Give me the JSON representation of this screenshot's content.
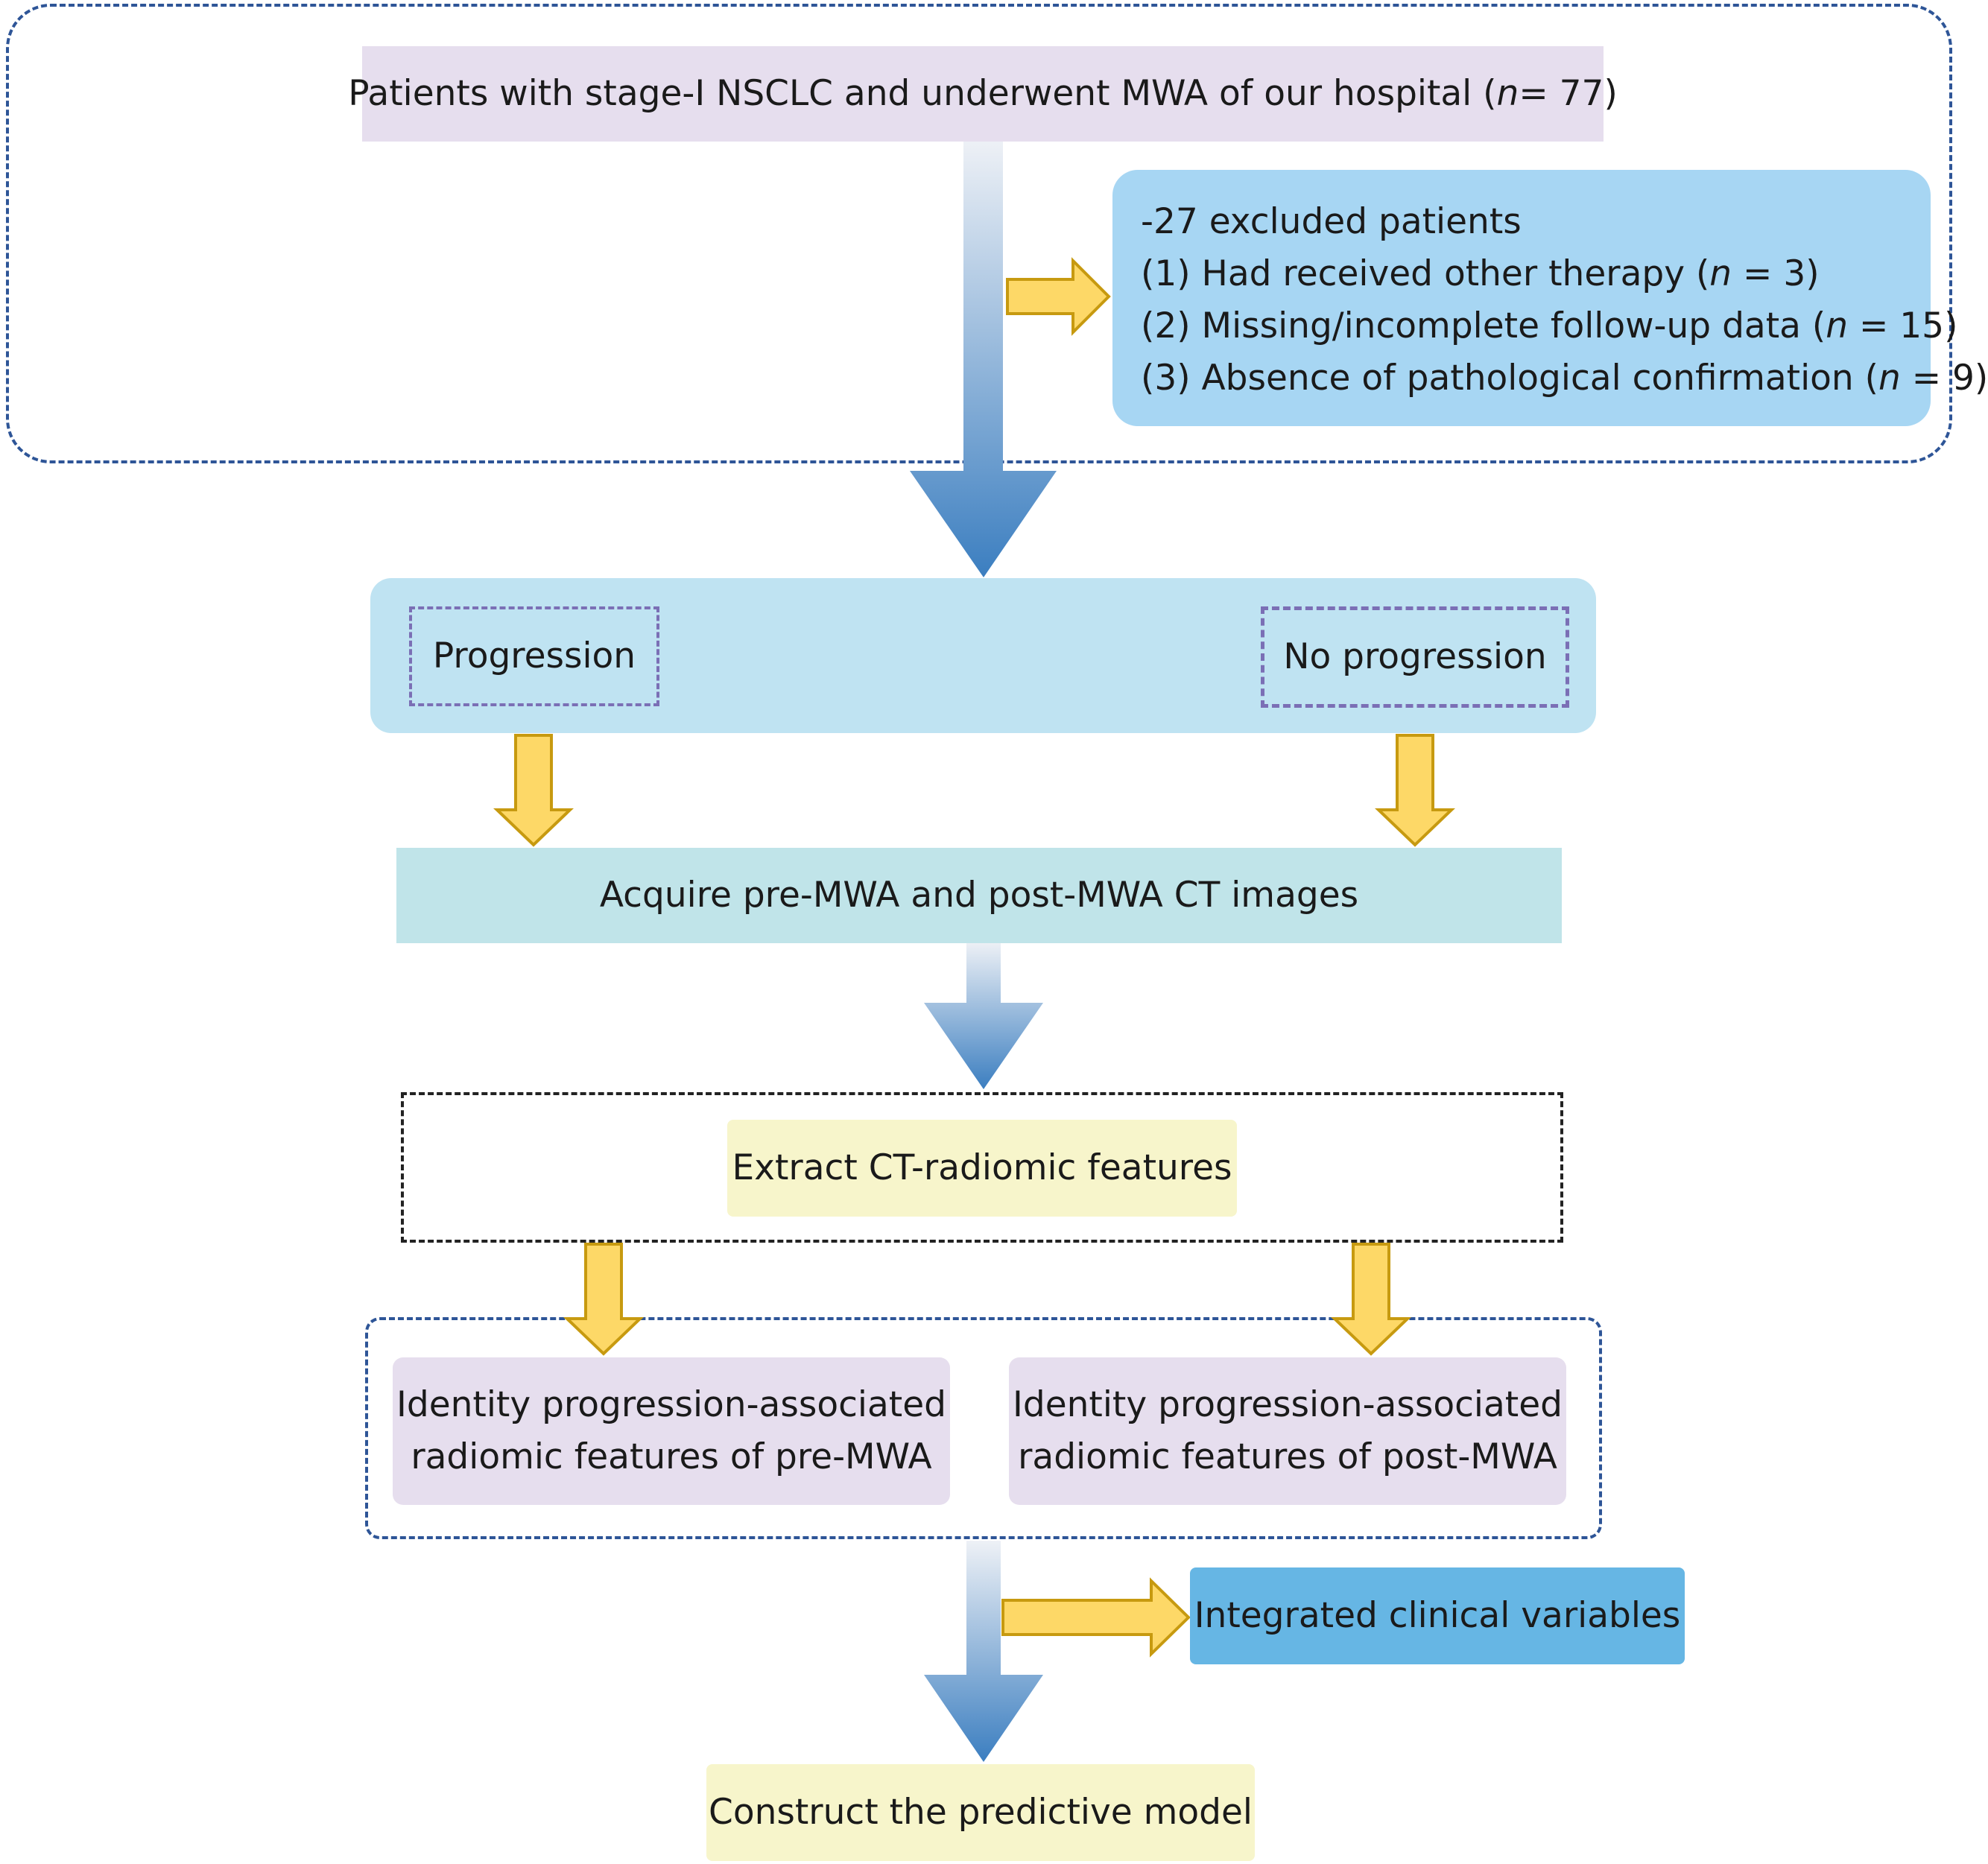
{
  "top_box": {
    "text": "Patients with stage-I NSCLC and underwent MWA of our hospital (",
    "n_symbol": "n",
    "n_suffix": " = 77)"
  },
  "exclusion": {
    "header": "-27 excluded patients",
    "items": [
      {
        "prefix": "(1) Had received other therapy (",
        "n": "n",
        "suffix": " = 3)"
      },
      {
        "prefix": "(2) Missing/incomplete follow-up data (",
        "n": "n",
        "suffix": " = 15)"
      },
      {
        "prefix": "(3) Absence of pathological confirmation (",
        "n": "n",
        "suffix": " = 9)"
      }
    ]
  },
  "groups": {
    "left": "Progression",
    "right": "No progression"
  },
  "acquire": "Acquire pre-MWA and post-MWA CT images",
  "extract": "Extract CT-radiomic features",
  "identify": {
    "pre": [
      "Identity progression-associated",
      "radiomic features of pre-MWA"
    ],
    "post": [
      "Identity progression-associated",
      "radiomic features of post-MWA"
    ]
  },
  "clinical": "Integrated clinical variables",
  "model": "Construct the predictive model",
  "colors": {
    "lavender": "#e6deee",
    "exclusion_blue": "#a7d6f3",
    "group_blue": "#bfe3f2",
    "acquire_teal": "#c0e4e9",
    "yellow_box": "#f7f5cb",
    "clinical_blue": "#66b6e4",
    "arrow_yellow": "#fdd867",
    "arrow_yellow_stroke": "#c79a10",
    "arrow_blue_light": "#e8edf4",
    "arrow_blue_dark": "#3b7ec0"
  }
}
